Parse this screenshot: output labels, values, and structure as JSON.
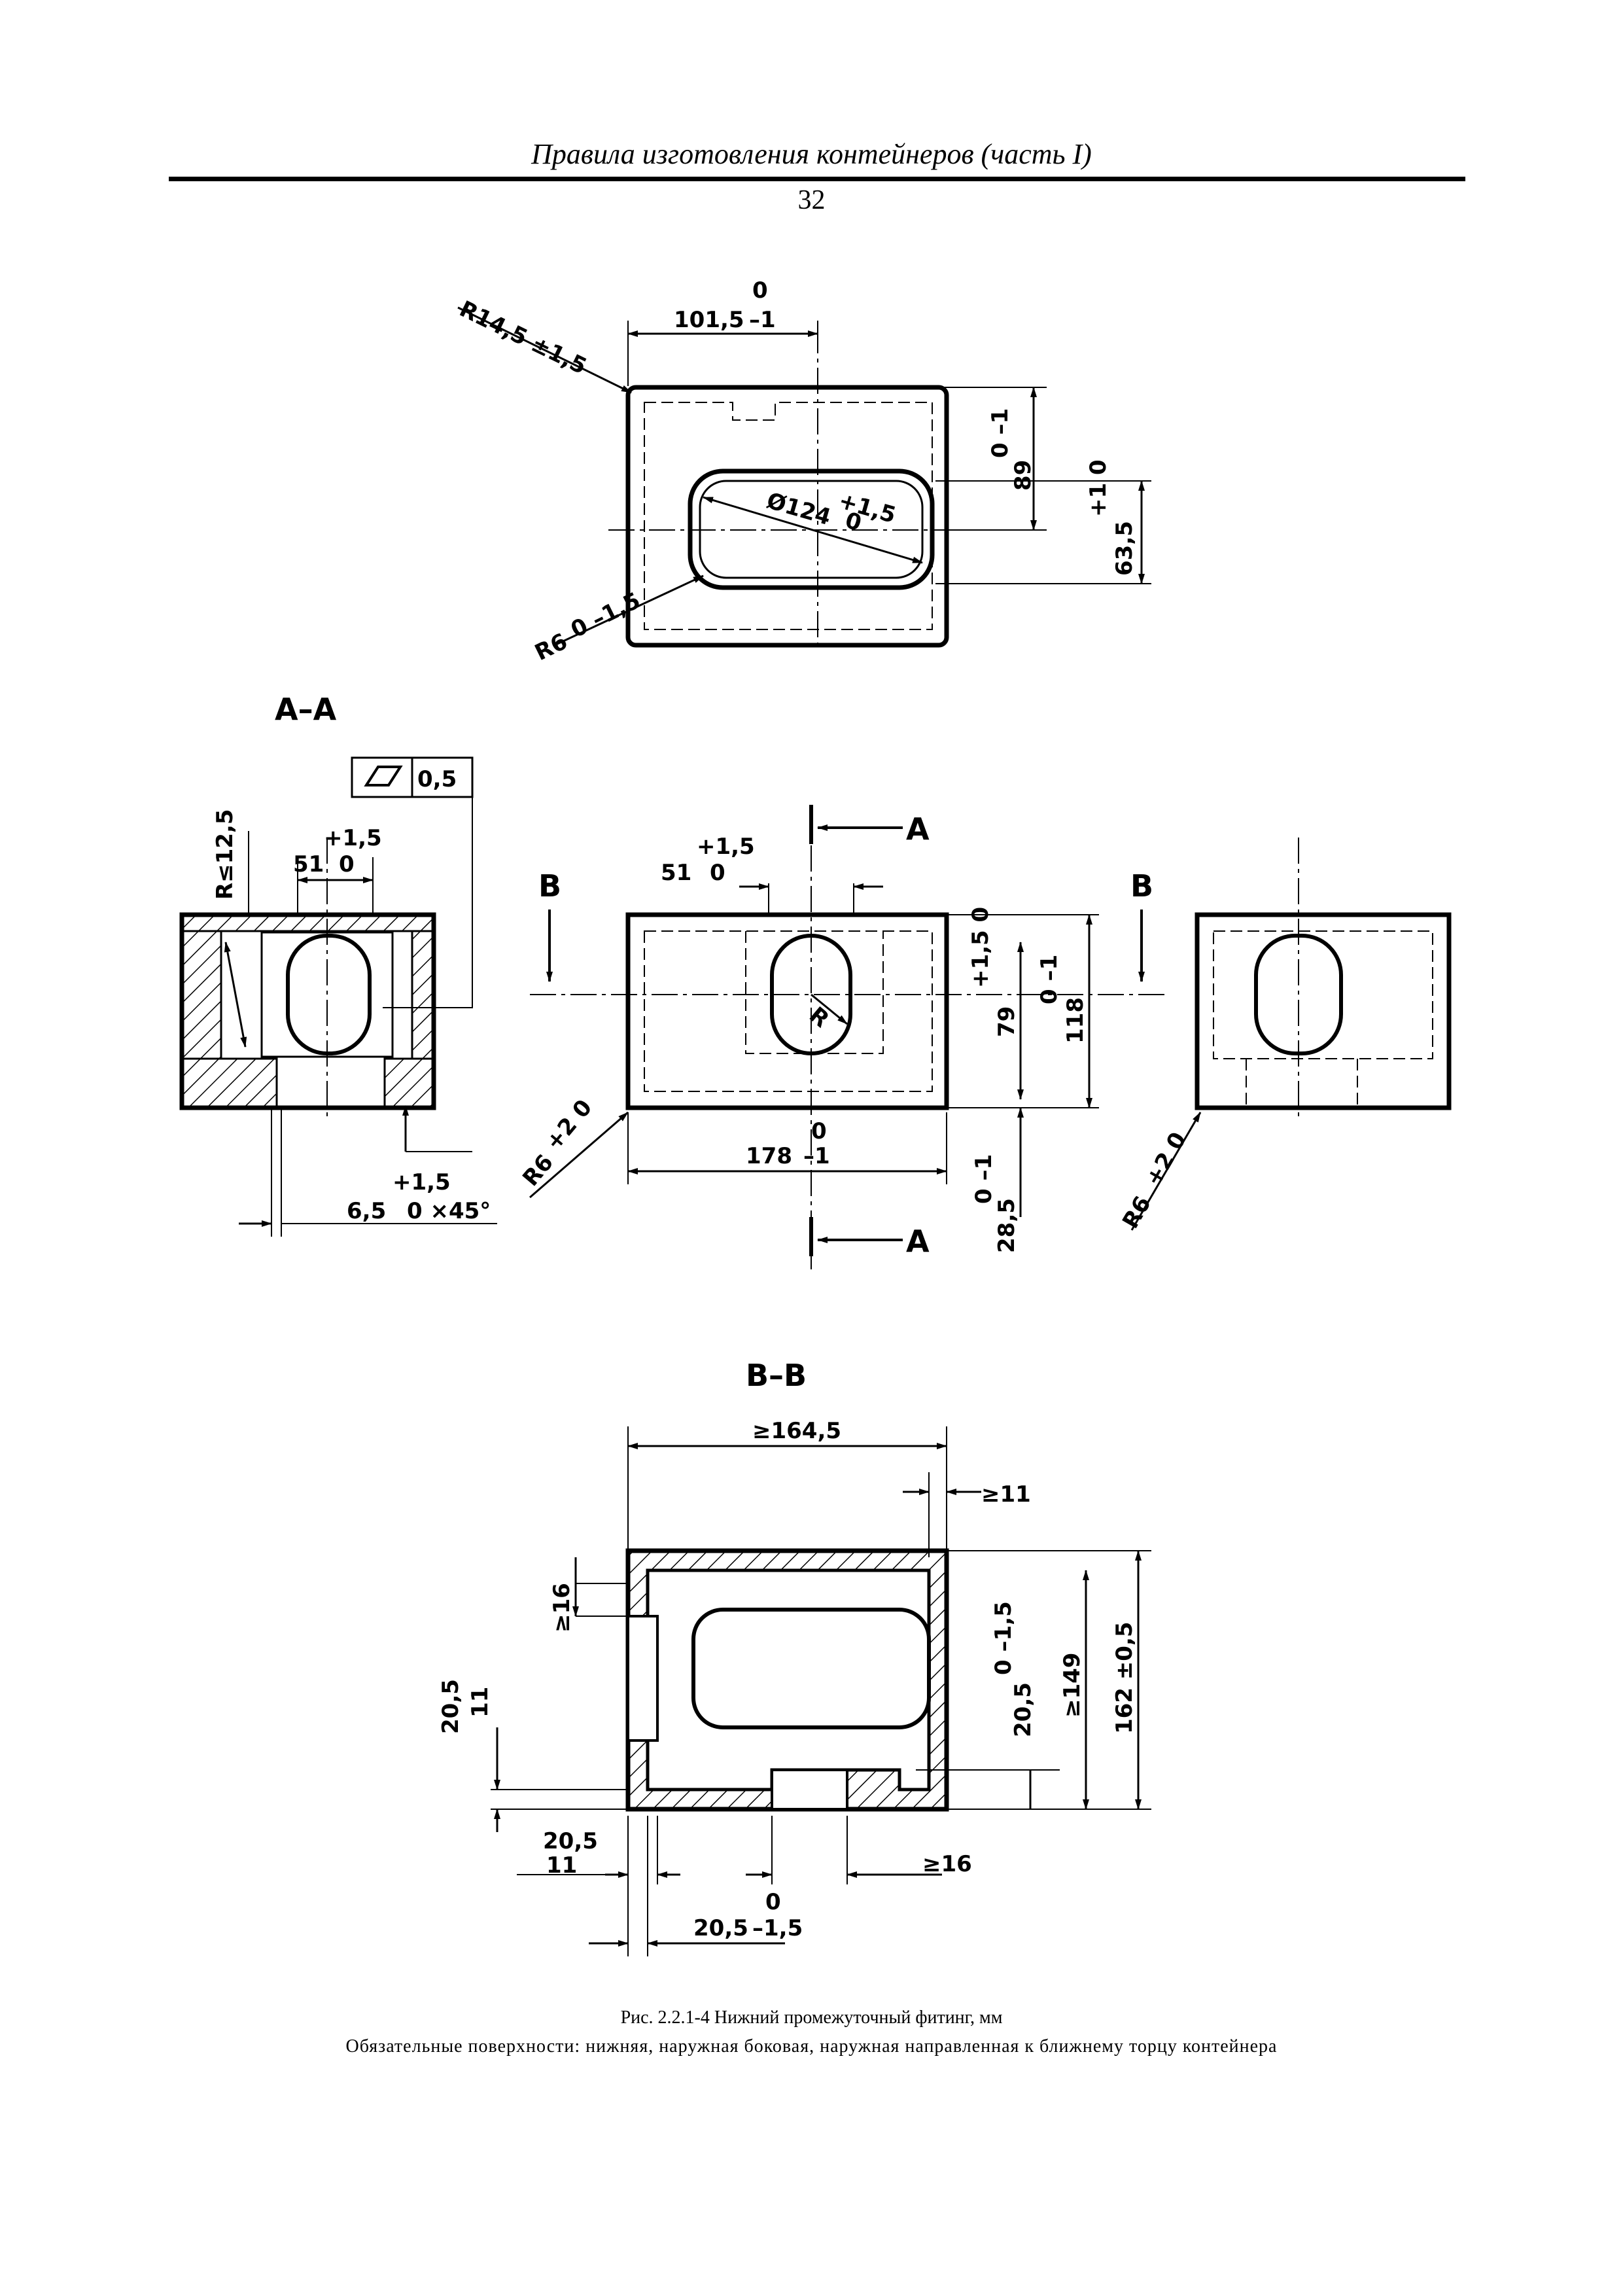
{
  "header": {
    "title": "Правила изготовления контейнеров (часть I)",
    "page_number": "32"
  },
  "figure": {
    "top_view": {
      "radius_corner": "R14,5 ±1,5",
      "width_dim": "101,5",
      "width_tol_upper": "0",
      "width_tol_lower": "–1",
      "height_dim": "89",
      "height_tol": "0 –1",
      "diameter": "Ø124",
      "diameter_tol_upper": "+1,5",
      "diameter_tol_lower": "0",
      "radius_small": "R6",
      "radius_small_tol": "0 –1,5",
      "offset_dim": "63,5",
      "offset_tol": "+1 0"
    },
    "section_a": {
      "label": "A–A",
      "tolerance_value": "0,5",
      "radius": "R≤12,5",
      "width_51": "51",
      "width_51_tol_upper": "+1,5",
      "width_51_tol_lower": "0",
      "chamfer": "6,5",
      "chamfer_tol_upper": "+1,5",
      "chamfer_tol_lower": "0 ×45°"
    },
    "front_view": {
      "cut_label": "A",
      "side_label": "B",
      "width_51": "51",
      "width_51_tol_upper": "+1,5",
      "width_51_tol_lower": "0",
      "radius_label": "R",
      "height_79": "79",
      "height_79_tol": "+1,5 0",
      "height_118": "118",
      "height_118_tol": "0 –1",
      "length_178": "178",
      "length_178_tol_upper": "0",
      "length_178_tol_lower": "–1",
      "offset_285": "28,5",
      "offset_285_tol": "0 –1",
      "radius_r6": "R6",
      "radius_r6_tol": "+2 0"
    },
    "side_view": {
      "radius_r6": "R6",
      "radius_r6_tol": "+2 0"
    },
    "section_b": {
      "label": "B–B",
      "width_total": "≥164,5",
      "wall_11": "≥11",
      "wall_16_left": "≥16",
      "dim_205_left": "20,5",
      "dim_11_left": "11",
      "dim_205_right": "20,5",
      "dim_205_right_tol": "0 –1,5",
      "height_149": "≥149",
      "height_162": "162 ±0,5",
      "bottom_205": "20,5",
      "bottom_11": "11",
      "bottom_16": "≥16",
      "bottom_205_tol": "20,5",
      "bottom_205_tol_upper": "0",
      "bottom_205_tol_lower": "–1,5"
    }
  },
  "caption": {
    "line1": "Рис. 2.2.1-4 Нижний промежуточный фитинг, мм",
    "line2": "Обязательные поверхности: нижняя, наружная боковая, наружная направленная к ближнему торцу контейнера"
  }
}
